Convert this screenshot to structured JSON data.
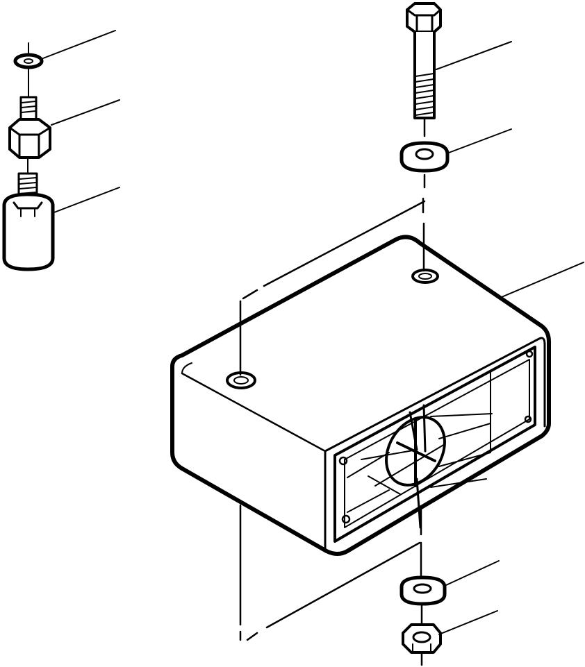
{
  "diagram": {
    "kind": "exploded-parts-view",
    "ink_color": "#000000",
    "paper_color": "#ffffff",
    "parts": [
      {
        "name": "small-washer",
        "icon": "washer-icon"
      },
      {
        "name": "adapter-fitting",
        "icon": "hex-fitting-icon"
      },
      {
        "name": "cylindrical-plug",
        "icon": "plug-icon"
      },
      {
        "name": "hex-bolt",
        "icon": "bolt-icon"
      },
      {
        "name": "bolt-washer",
        "icon": "washer-icon"
      },
      {
        "name": "mount-block",
        "icon": "mount-block-icon"
      },
      {
        "name": "lock-washer",
        "icon": "washer-icon"
      },
      {
        "name": "hex-nut",
        "icon": "nut-icon"
      }
    ]
  }
}
